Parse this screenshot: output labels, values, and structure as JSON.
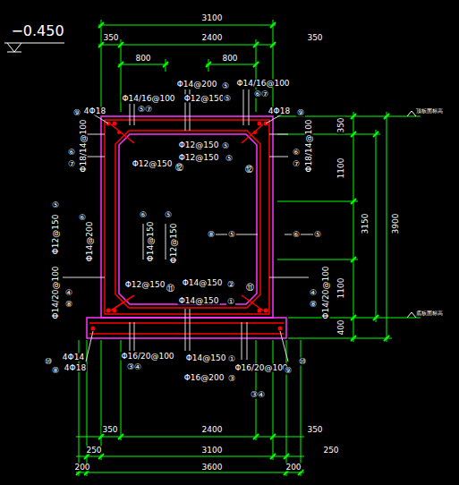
{
  "diagram": {
    "labels": [
      "−0.450",
      "3100",
      "350",
      "2400",
      "350",
      "800",
      "800",
      "Φ14@200",
      "⑤",
      "Φ14/16@100",
      "⑥⑦",
      "Φ14/16@100",
      "⑤⑦",
      "Φ12@150",
      "⑤",
      "⑨",
      "4Φ18",
      "4Φ18",
      "⑨",
      "Φ18/14@100",
      "⑥",
      "⑦",
      "Φ18/14@100",
      "⑥",
      "⑦",
      "Φ12@150",
      "⑤",
      "Φ12@150",
      "⑤",
      "Φ12@150",
      "⑫",
      "⑫",
      "Φ12@150",
      "⑤",
      "⑥",
      "Φ14@200",
      "⑥",
      "Φ14@150",
      "⑤",
      "Φ12@150",
      "⑧",
      "⑤",
      "⑥",
      "⑤",
      "Φ14/20@100",
      "④",
      "⑧",
      "Φ14/20@100",
      "④",
      "⑧",
      "Φ12@150",
      "⑪",
      "Φ14@150",
      "②",
      "Φ14@150",
      "①",
      "⑪",
      "⑩",
      "4Φ14",
      "⑧",
      "4Φ18",
      "Φ16/20@100",
      "③④",
      "Φ14@150",
      "①",
      "Φ16@200",
      "③",
      "Φ16/20@100",
      "③④",
      "⑨",
      "⑩",
      "350",
      "1100",
      "3150",
      "3900",
      "1100",
      "400",
      "顶板面标高",
      "底板面标高",
      "350",
      "2400",
      "350",
      "250",
      "3100",
      "250",
      "200",
      "3600",
      "200"
    ]
  }
}
